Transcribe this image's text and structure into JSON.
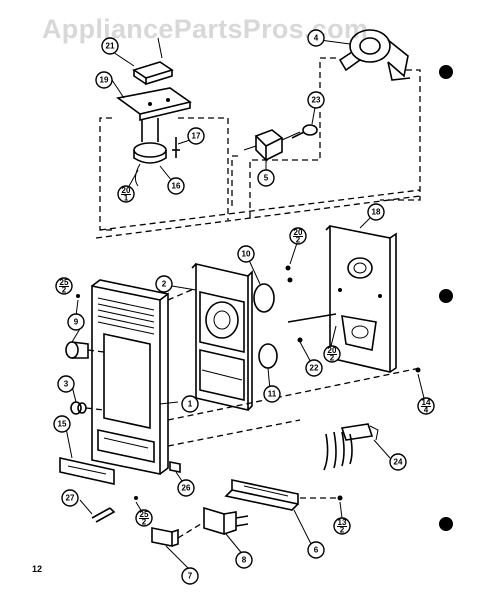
{
  "watermark": "AppliancePartsPros.com",
  "page_number": "12",
  "callouts": [
    {
      "id": "c21",
      "label": "21",
      "qty": ""
    },
    {
      "id": "c19",
      "label": "19",
      "qty": ""
    },
    {
      "id": "c17",
      "label": "17",
      "qty": ""
    },
    {
      "id": "c20a",
      "label": "20",
      "qty": "1"
    },
    {
      "id": "c16",
      "label": "16",
      "qty": ""
    },
    {
      "id": "c23",
      "label": "23",
      "qty": ""
    },
    {
      "id": "c5",
      "label": "5",
      "qty": ""
    },
    {
      "id": "c4",
      "label": "4",
      "qty": ""
    },
    {
      "id": "c18",
      "label": "18",
      "qty": ""
    },
    {
      "id": "c20b",
      "label": "20",
      "qty": "2"
    },
    {
      "id": "c10",
      "label": "10",
      "qty": ""
    },
    {
      "id": "c2",
      "label": "2",
      "qty": ""
    },
    {
      "id": "c25a",
      "label": "25",
      "qty": "2"
    },
    {
      "id": "c9",
      "label": "9",
      "qty": ""
    },
    {
      "id": "c3",
      "label": "3",
      "qty": ""
    },
    {
      "id": "c1",
      "label": "1",
      "qty": ""
    },
    {
      "id": "c11",
      "label": "11",
      "qty": ""
    },
    {
      "id": "c22",
      "label": "22",
      "qty": ""
    },
    {
      "id": "c20c",
      "label": "20",
      "qty": "2"
    },
    {
      "id": "c14",
      "label": "14",
      "qty": "4"
    },
    {
      "id": "c15",
      "label": "15",
      "qty": ""
    },
    {
      "id": "c26",
      "label": "26",
      "qty": ""
    },
    {
      "id": "c24",
      "label": "24",
      "qty": ""
    },
    {
      "id": "c27",
      "label": "27",
      "qty": ""
    },
    {
      "id": "c25b",
      "label": "25",
      "qty": "2"
    },
    {
      "id": "c13",
      "label": "13",
      "qty": "2"
    },
    {
      "id": "c6",
      "label": "6",
      "qty": ""
    },
    {
      "id": "c8",
      "label": "8",
      "qty": ""
    },
    {
      "id": "c7",
      "label": "7",
      "qty": ""
    }
  ]
}
